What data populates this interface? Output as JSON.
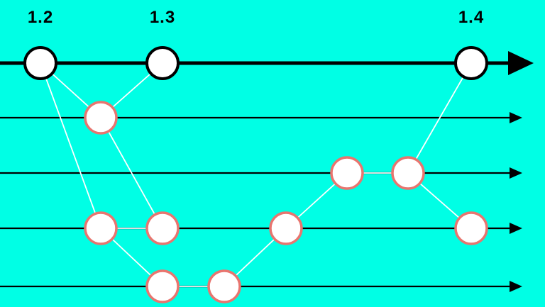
{
  "diagram": {
    "type": "git-branch-graph",
    "colors": {
      "background": "#00FFE5",
      "main_line": "#000000",
      "branch_line": "#000000",
      "connector": "#FFFFFF",
      "main_node_stroke": "#000000",
      "branch_node_stroke": "#E8756F",
      "node_fill": "#FFFFFF"
    },
    "lanes": [
      {
        "id": "main",
        "kind": "main"
      },
      {
        "id": "branch-1",
        "kind": "branch"
      },
      {
        "id": "branch-2",
        "kind": "branch"
      },
      {
        "id": "branch-3",
        "kind": "branch"
      },
      {
        "id": "branch-4",
        "kind": "branch"
      }
    ],
    "versions": [
      {
        "node": "m1",
        "label": "1.2"
      },
      {
        "node": "m2",
        "label": "1.3"
      },
      {
        "node": "m3",
        "label": "1.4"
      }
    ],
    "nodes": [
      {
        "id": "m1",
        "lane": "main"
      },
      {
        "id": "m2",
        "lane": "main"
      },
      {
        "id": "m3",
        "lane": "main"
      },
      {
        "id": "b1a",
        "lane": "branch-1"
      },
      {
        "id": "b2a",
        "lane": "branch-2"
      },
      {
        "id": "b2b",
        "lane": "branch-2"
      },
      {
        "id": "b3a",
        "lane": "branch-3"
      },
      {
        "id": "b3b",
        "lane": "branch-3"
      },
      {
        "id": "b3c",
        "lane": "branch-3"
      },
      {
        "id": "b3d",
        "lane": "branch-3"
      },
      {
        "id": "b4a",
        "lane": "branch-4"
      },
      {
        "id": "b4b",
        "lane": "branch-4"
      }
    ],
    "edges": [
      [
        "m1",
        "b1a"
      ],
      [
        "m2",
        "b1a"
      ],
      [
        "m1",
        "b3a"
      ],
      [
        "b1a",
        "b3b"
      ],
      [
        "b3a",
        "b3b"
      ],
      [
        "b3a",
        "b4a"
      ],
      [
        "b4a",
        "b4b"
      ],
      [
        "b4b",
        "b3c"
      ],
      [
        "b3c",
        "b2a"
      ],
      [
        "b2a",
        "b2b"
      ],
      [
        "b2b",
        "m3"
      ],
      [
        "b2b",
        "b3d"
      ]
    ]
  }
}
